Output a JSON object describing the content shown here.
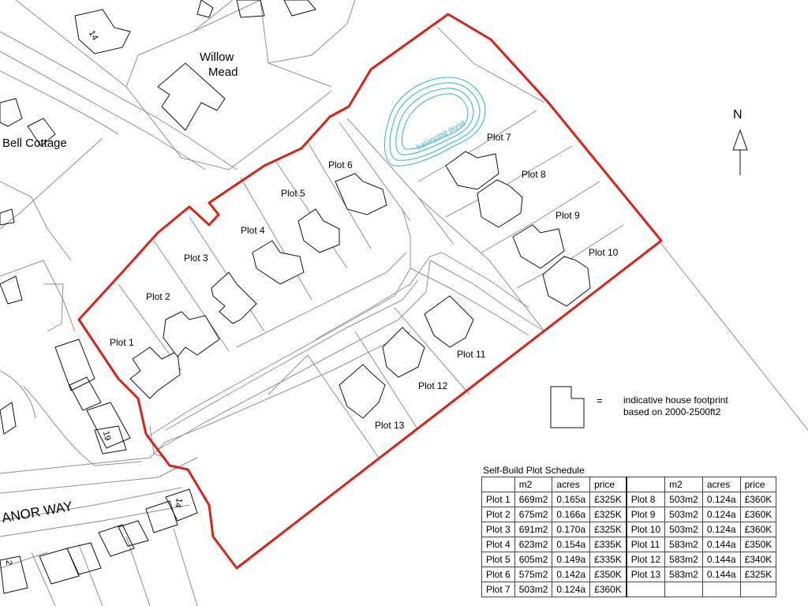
{
  "map": {
    "labels": {
      "willow_mead_1": "Willow",
      "willow_mead_2": "Mead",
      "bell_cottage": "Bell Cottage",
      "balancing_pond": "balancing pond",
      "manor_way": "ANOR WAY",
      "house_14_top": "14",
      "house_14_bottom": "14",
      "house_19": "19",
      "house_2": "2",
      "north": "N"
    },
    "plots": [
      "Plot 1",
      "Plot 2",
      "Plot 3",
      "Plot 4",
      "Plot 5",
      "Plot 6",
      "Plot 7",
      "Plot 8",
      "Plot 9",
      "Plot 10",
      "Plot 11",
      "Plot 12",
      "Plot 13"
    ],
    "colors": {
      "boundary": "#d62418",
      "pond": "#3fb4d6",
      "lines": "#9a9a9a",
      "footprint": "#000000"
    }
  },
  "legend": {
    "symbol": "=",
    "line1": "indicative house footprint",
    "line2": "based on  2000-2500ft2"
  },
  "schedule": {
    "title": "Self-Build Plot Schedule",
    "headers": [
      "",
      "m2",
      "acres",
      "price"
    ],
    "left": [
      [
        "Plot 1",
        "669m2",
        "0.165a",
        "£325K"
      ],
      [
        "Plot 2",
        "675m2",
        "0.166a",
        "£325K"
      ],
      [
        "Plot 3",
        "691m2",
        "0.170a",
        "£325K"
      ],
      [
        "Plot 4",
        "623m2",
        "0.154a",
        "£335K"
      ],
      [
        "Plot 5",
        "605m2",
        "0.149a",
        "£335K"
      ],
      [
        "Plot 6",
        "575m2",
        "0.142a",
        "£350K"
      ],
      [
        "Plot 7",
        "503m2",
        "0.124a",
        "£360K"
      ]
    ],
    "right": [
      [
        "Plot 8",
        "503m2",
        "0.124a",
        "£360K"
      ],
      [
        "Plot 9",
        "503m2",
        "0.124a",
        "£360K"
      ],
      [
        "Plot 10",
        "503m2",
        "0.124a",
        "£360K"
      ],
      [
        "Plot 11",
        "583m2",
        "0.144a",
        "£350K"
      ],
      [
        "Plot 12",
        "583m2",
        "0.144a",
        "£340K"
      ],
      [
        "Plot 13",
        "583m2",
        "0.144a",
        "£325K"
      ],
      [
        "",
        "",
        "",
        ""
      ]
    ]
  }
}
